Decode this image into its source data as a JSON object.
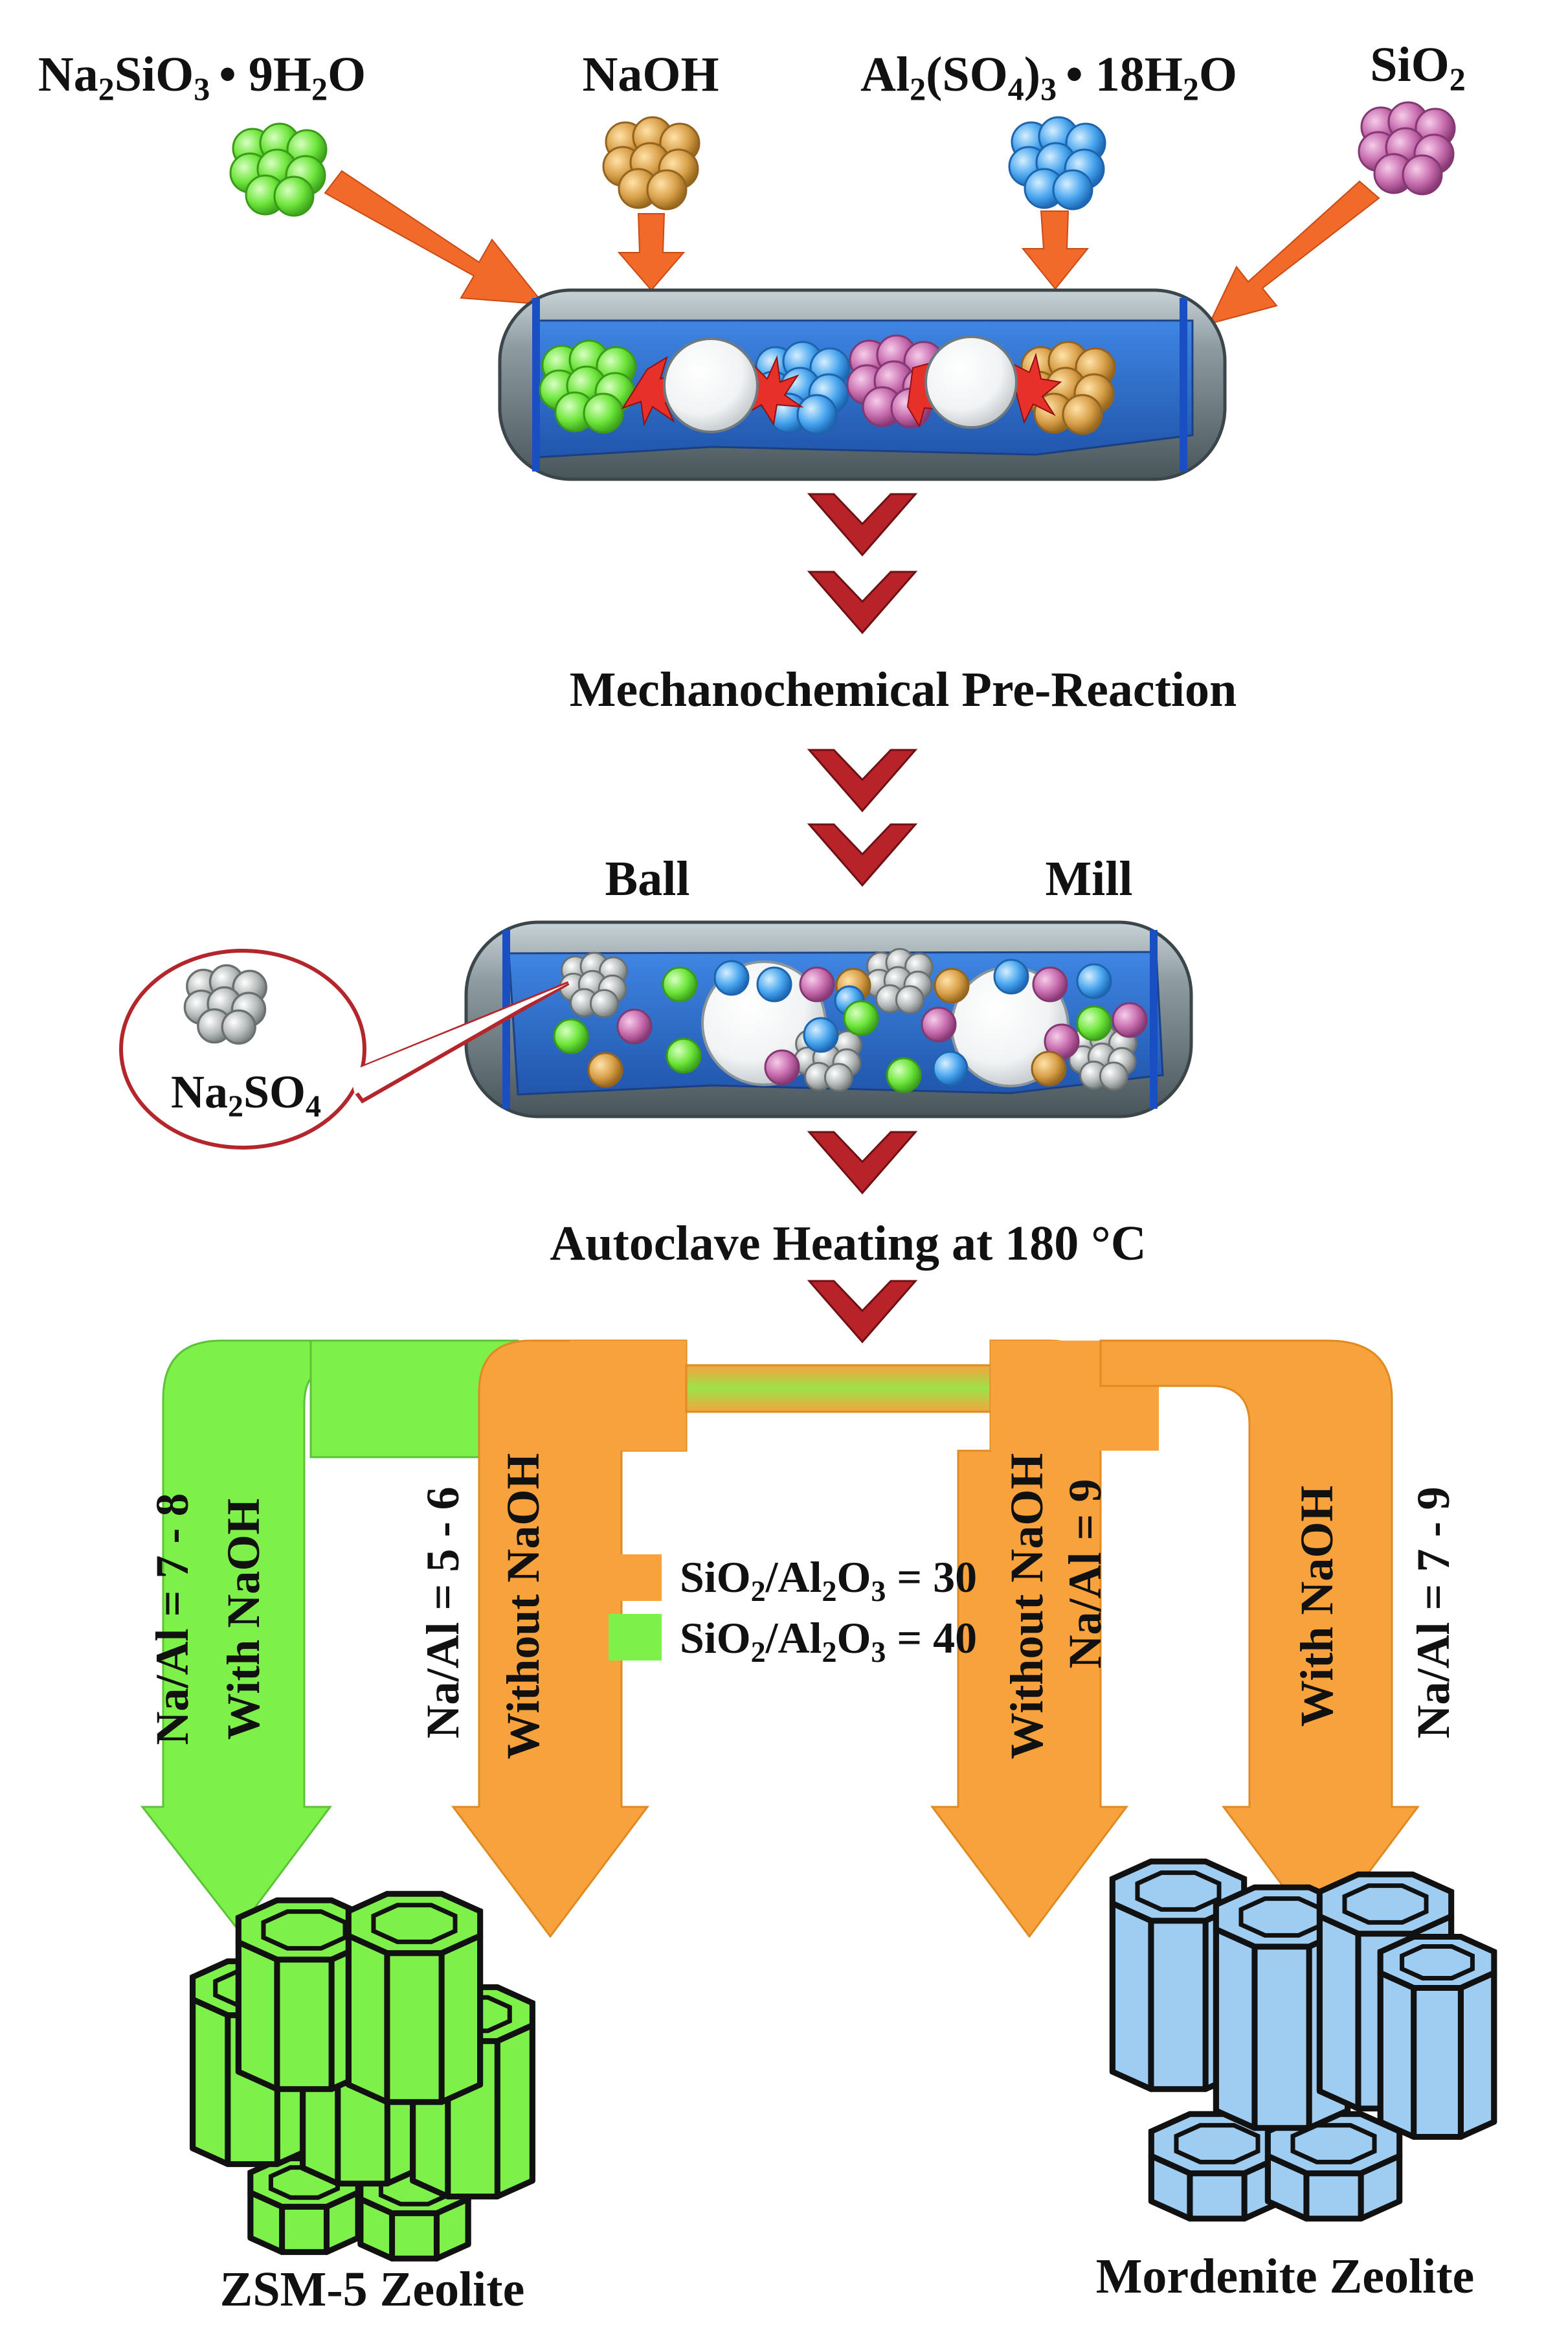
{
  "reagents": {
    "r1": {
      "base": "Na",
      "s1": "2",
      "b2": "SiO",
      "s2": "3",
      "dot": "•",
      "tail": " 9H",
      "s3": "2",
      "end": "O"
    },
    "r2": {
      "text": "NaOH"
    },
    "r3": {
      "base": "Al",
      "s1": "2",
      "b2": "(SO",
      "s2": "4",
      "b3": ")",
      "s3": "3",
      "dot": "•",
      "tail": " 18H",
      "s4": "2",
      "end": "O"
    },
    "r4": {
      "base": "SiO",
      "s1": "2"
    }
  },
  "steps": {
    "pre_reaction": "Mechanochemical Pre-Reaction",
    "ball": "Ball",
    "mill": "Mill",
    "autoclave": "Autoclave Heating at 180 °C"
  },
  "byproduct": {
    "base": "Na",
    "s1": "2",
    "b2": "SO",
    "s2": "4"
  },
  "branches": {
    "b1": {
      "ratio": "Na/Al = 7 - 8",
      "condition": "With NaOH"
    },
    "b2": {
      "ratio": "Na/Al = 5 - 6",
      "condition": "Without NaOH"
    },
    "b3": {
      "condition": "Without NaOH",
      "ratio": "Na/Al = 9"
    },
    "b4": {
      "condition": "With NaOH",
      "ratio": "Na/Al = 7 - 9"
    }
  },
  "legend": {
    "orange": {
      "p1": "SiO",
      "s1": "2",
      "p2": "/Al",
      "s2": "2",
      "p3": "O",
      "s3": "3",
      "value": " = 30"
    },
    "green": {
      "p1": "SiO",
      "s1": "2",
      "p2": "/Al",
      "s2": "2",
      "p3": "O",
      "s3": "3",
      "value": " = 40"
    }
  },
  "products": {
    "zsm5": "ZSM-5 Zeolite",
    "mordenite": "Mordenite Zeolite"
  },
  "colors": {
    "green": "#7ef04a",
    "orange": "#f7a23c",
    "blue": "#5aaef2",
    "brown": "#d9a04a",
    "pink": "#cc72b4",
    "gray": "#b4b8b8",
    "red_chevron": "#b8232a",
    "arrow_orange": "#f26a2a",
    "mill_body": "#7b898e",
    "mill_inner": "#2d74d6",
    "zsm_fill": "#7ef04a",
    "mordenite_fill": "#9fcdf2"
  }
}
